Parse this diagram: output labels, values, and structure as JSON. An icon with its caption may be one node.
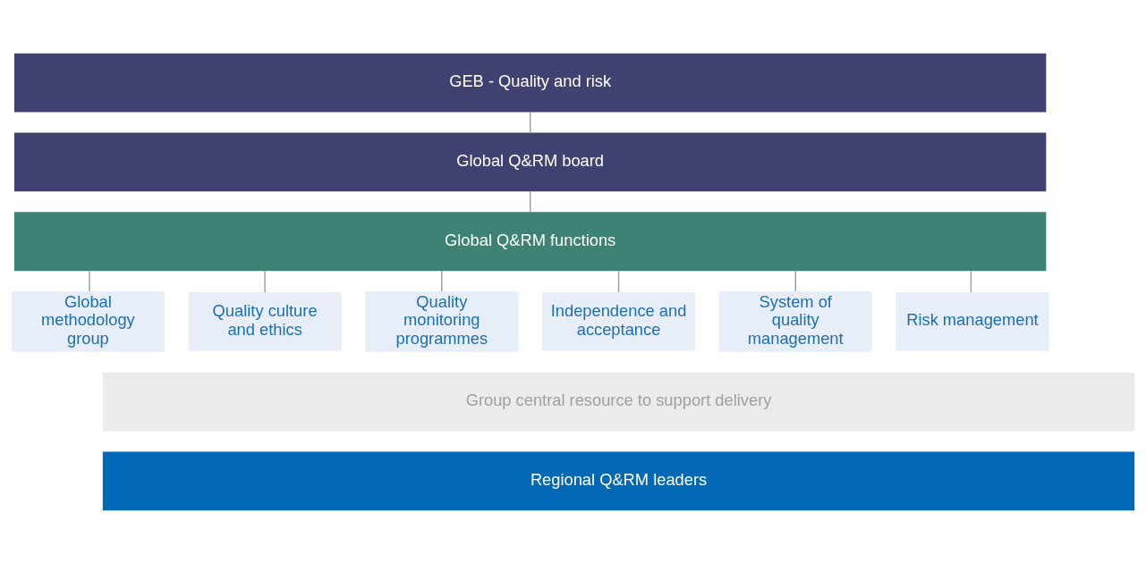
{
  "diagram": {
    "nodes": [
      {
        "text": [
          "GEB - Quality and risk"
        ]
      },
      {
        "text": [
          "Global Q&RM board"
        ]
      },
      {
        "text": [
          "Global Q&RM functions"
        ]
      },
      {
        "text": [
          "Global methodology group"
        ]
      },
      {
        "text": [
          "Quality culture and ethics"
        ]
      },
      {
        "text": [
          "Quality monitoring programmes"
        ]
      },
      {
        "text": [
          "Independence and acceptance"
        ]
      },
      {
        "text": [
          "System of quality management"
        ]
      },
      {
        "text": [
          "Risk management"
        ]
      },
      {
        "text": [
          "Group central resource to support delivery"
        ]
      },
      {
        "text": [
          "Regional Q&RM leaders"
        ]
      }
    ],
    "edges": [
      {
        "from": 0,
        "to": 1,
        "arrow": "none"
      },
      {
        "from": 1,
        "to": 2,
        "arrow": "none"
      },
      {
        "from": 2,
        "to": 3,
        "arrow": "none"
      },
      {
        "from": 2,
        "to": 4,
        "arrow": "none"
      },
      {
        "from": 2,
        "to": 5,
        "arrow": "none"
      },
      {
        "from": 2,
        "to": 6,
        "arrow": "none"
      },
      {
        "from": 2,
        "to": 7,
        "arrow": "none"
      },
      {
        "from": 2,
        "to": 8,
        "arrow": "none"
      }
    ]
  }
}
